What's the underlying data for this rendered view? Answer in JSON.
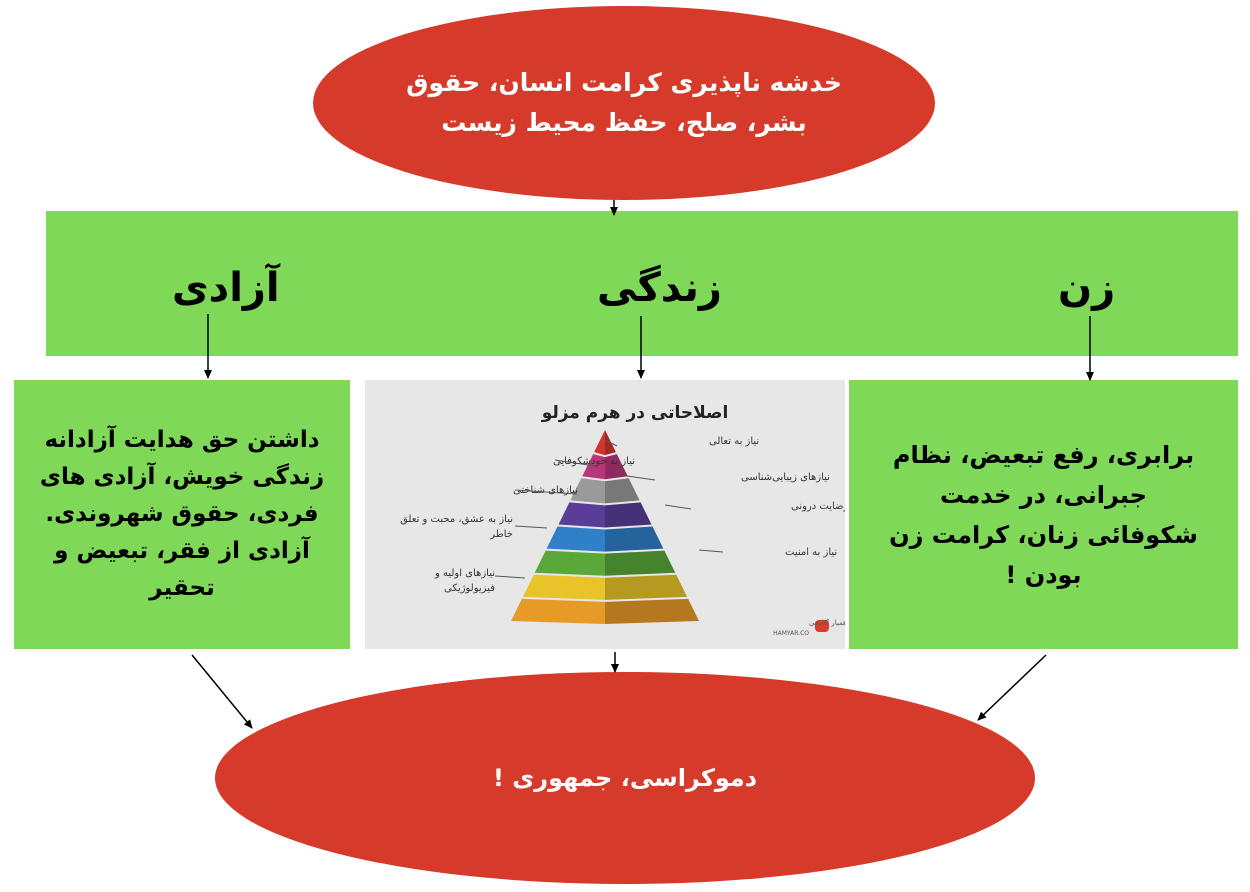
{
  "top_ellipse": {
    "text": "خدشه ناپذیری کرامت انسان، حقوق بشر، صلح، حفظ محیط زیست"
  },
  "band": {
    "left_label": "آزادی",
    "center_label": "زندگی",
    "right_label": "زن"
  },
  "left_box": {
    "text": "داشتن حق هدایت آزادانه زندگی خویش، آزادی های فردی، حقوق شهروندی. آزادی از فقر، تبعیض و تحقیر"
  },
  "right_box": {
    "text": "برابری، رفع تبعیض، نظام جبرانی، در خدمت شکوفائی زنان، کرامت زن بودن !"
  },
  "pyramid": {
    "title": "اصلاحاتی در هرم مزلو",
    "labels_right": [
      "نیاز به تعالی",
      "نیازهای زیبایی‌شناسی",
      "نیاز به رضایت درونی",
      "نیاز به امنیت"
    ],
    "labels_left": [
      "نیاز به خودشکوفایی",
      "نیازهای شناختی",
      "نیاز به عشق، محبت و تعلق خاطر",
      "نیازهای اولیه و فیزیولوژیکی"
    ],
    "logo_text": "همیار آکادمی",
    "logo_sub": "HAMYAR.CO",
    "colors": [
      "#d0342c",
      "#b8357a",
      "#9a9a9a",
      "#5a3d99",
      "#2f7fc9",
      "#5aa83a",
      "#e8c42a",
      "#e89a28"
    ]
  },
  "bottom_ellipse": {
    "text": "دموکراسی، جمهوری !"
  }
}
